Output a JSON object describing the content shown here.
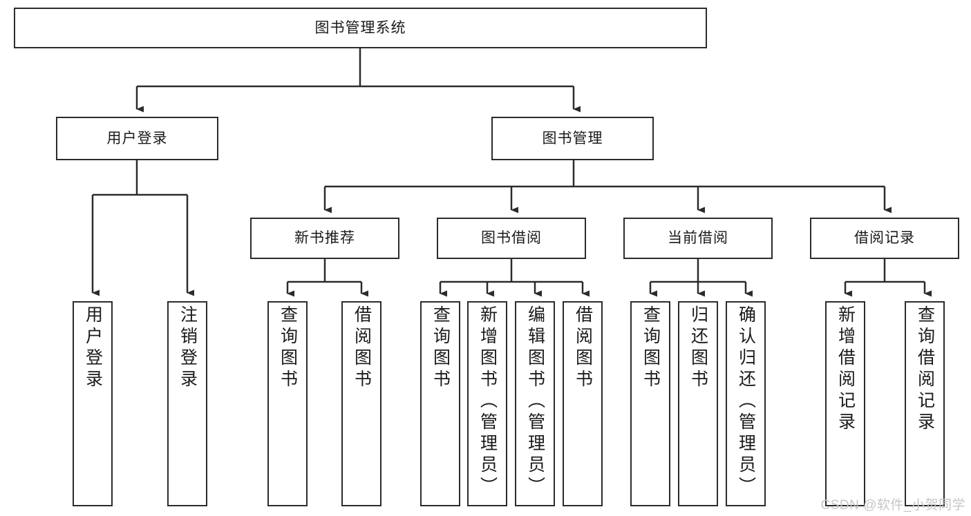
{
  "diagram": {
    "title": "图书管理系统",
    "watermark": "CSDN @软件_小贺同学",
    "line_color": "#2b2b2b",
    "box_fill": "#ffffff",
    "text_color": "#1a1a1a",
    "watermark_color": "#c6c6c6",
    "levels": {
      "root": {
        "label": "图书管理系统"
      },
      "level2": [
        {
          "label": "用户登录"
        },
        {
          "label": "图书管理"
        }
      ],
      "level3": [
        {
          "label": "新书推荐"
        },
        {
          "label": "图书借阅"
        },
        {
          "label": "当前借阅"
        },
        {
          "label": "借阅记录"
        }
      ],
      "leaves": {
        "user_login": [
          {
            "label": "用户登录"
          },
          {
            "label": "注销登录"
          }
        ],
        "new_book_recommend": [
          {
            "label": "查询图书"
          },
          {
            "label": "借阅图书"
          }
        ],
        "book_borrow": [
          {
            "label": "查询图书"
          },
          {
            "label": "新增图书（管理员）"
          },
          {
            "label": "编辑图书（管理员）"
          },
          {
            "label": "借阅图书"
          }
        ],
        "current_borrow": [
          {
            "label": "查询图书"
          },
          {
            "label": "归还图书"
          },
          {
            "label": "确认归还（管理员）"
          }
        ],
        "borrow_record": [
          {
            "label": "新增借阅记录"
          },
          {
            "label": "查询借阅记录"
          }
        ]
      }
    }
  }
}
